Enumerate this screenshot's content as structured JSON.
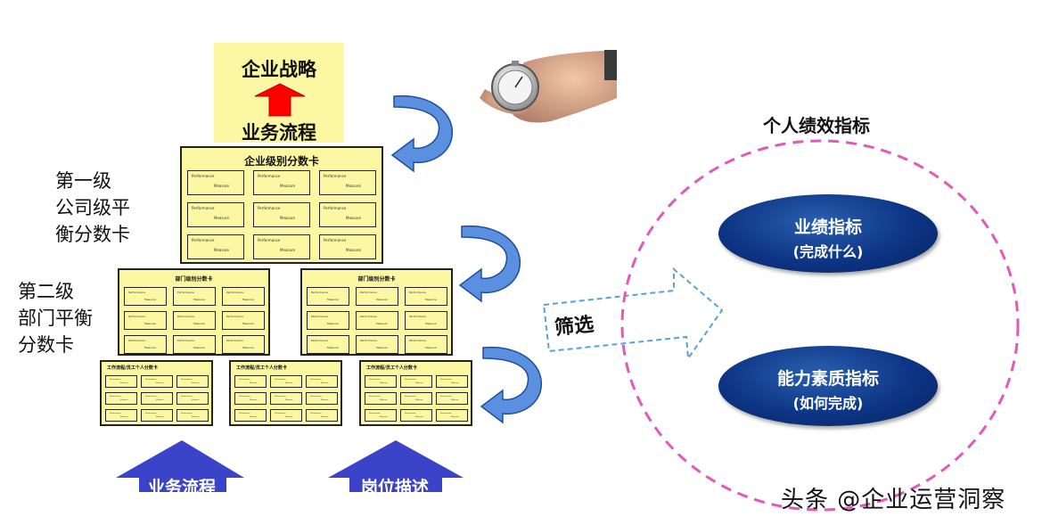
{
  "strategy": {
    "top": "企业战略",
    "bottom": "业务流程"
  },
  "company_card": {
    "title": "企业级别分数卡",
    "cells": [
      [
        "Performance",
        "Measure"
      ],
      [
        "Performance",
        "Measure"
      ],
      [
        "Performance",
        "Measure"
      ],
      [
        "Performance",
        "Measure"
      ],
      [
        "Performance",
        "Measure"
      ],
      [
        "Performance",
        "Measure"
      ],
      [
        "Performance",
        "Measure"
      ],
      [
        "Performance",
        "Measure"
      ],
      [
        "Performance",
        "Measure"
      ]
    ]
  },
  "dept_card_title": "部门级别分数卡",
  "personal_card_title": "工作流程/员工个人分数卡",
  "cell_text": {
    "top": "Performance",
    "bottom": "Measure"
  },
  "level1_label": [
    "第一级",
    "公司级平",
    "衡分数卡"
  ],
  "level2_label": [
    "第二级",
    "部门平衡",
    "分数卡"
  ],
  "bottom_labels": {
    "left": "业务流程",
    "right": "岗位描述"
  },
  "filter_label": "筛选",
  "right_panel": {
    "title": "个人绩效指标",
    "oval1": {
      "line1": "业绩指标",
      "line2": "(完成什么)"
    },
    "oval2": {
      "line1": "能力素质指标",
      "line2": "(如何完成)"
    }
  },
  "watermark": "头条 @企业运营洞察",
  "colors": {
    "card_yellow": "#fbf7a3",
    "arrow_red": "#ff0000",
    "arrow_blue": "#3b44c8",
    "circle_pink": "#e05bb8",
    "oval_navy": "#0d3585"
  }
}
